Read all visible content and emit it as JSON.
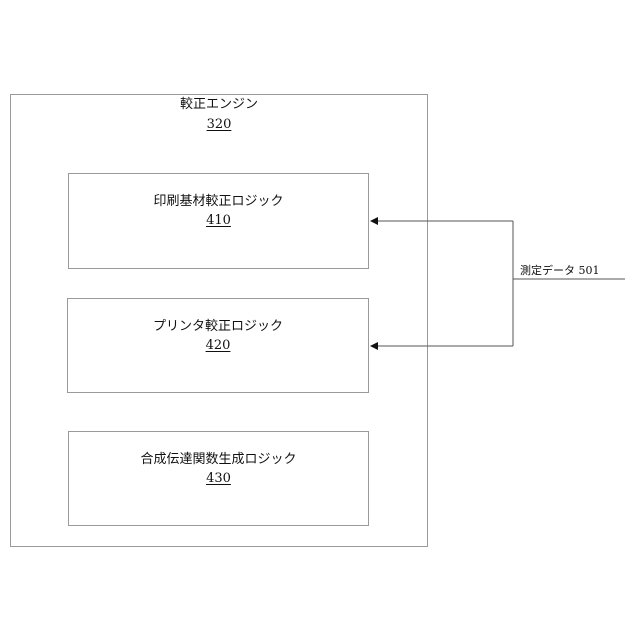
{
  "engine": {
    "title": "較正エンジン",
    "number": "320"
  },
  "blocks": [
    {
      "title": "印刷基材較正ロジック",
      "number": "410"
    },
    {
      "title": "プリンタ較正ロジック",
      "number": "420"
    },
    {
      "title": "合成伝達関数生成ロジック",
      "number": "430"
    }
  ],
  "input": {
    "label": "測定データ 501"
  }
}
